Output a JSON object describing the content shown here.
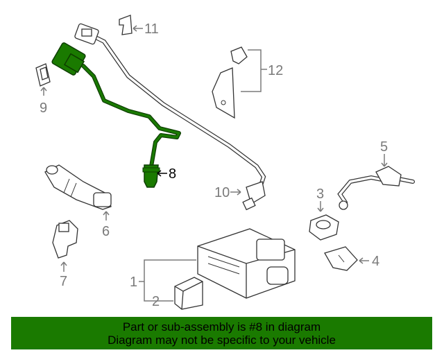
{
  "colors": {
    "banner_bg": "#1a7a00",
    "highlight_part": "#1a7a00",
    "part_outline": "#333333",
    "callout_text": "#7a7a7a"
  },
  "callouts": [
    {
      "id": "1",
      "label": "1"
    },
    {
      "id": "2",
      "label": "2"
    },
    {
      "id": "3",
      "label": "3"
    },
    {
      "id": "4",
      "label": "4"
    },
    {
      "id": "5",
      "label": "5"
    },
    {
      "id": "6",
      "label": "6"
    },
    {
      "id": "7",
      "label": "7"
    },
    {
      "id": "8",
      "label": "8",
      "highlighted": true
    },
    {
      "id": "9",
      "label": "9"
    },
    {
      "id": "10",
      "label": "10"
    },
    {
      "id": "11",
      "label": "11"
    },
    {
      "id": "12",
      "label": "12"
    }
  ],
  "banner": {
    "line1": "Part or sub-assembly is #8 in diagram",
    "line2": "Diagram may not be specific to your vehicle"
  }
}
